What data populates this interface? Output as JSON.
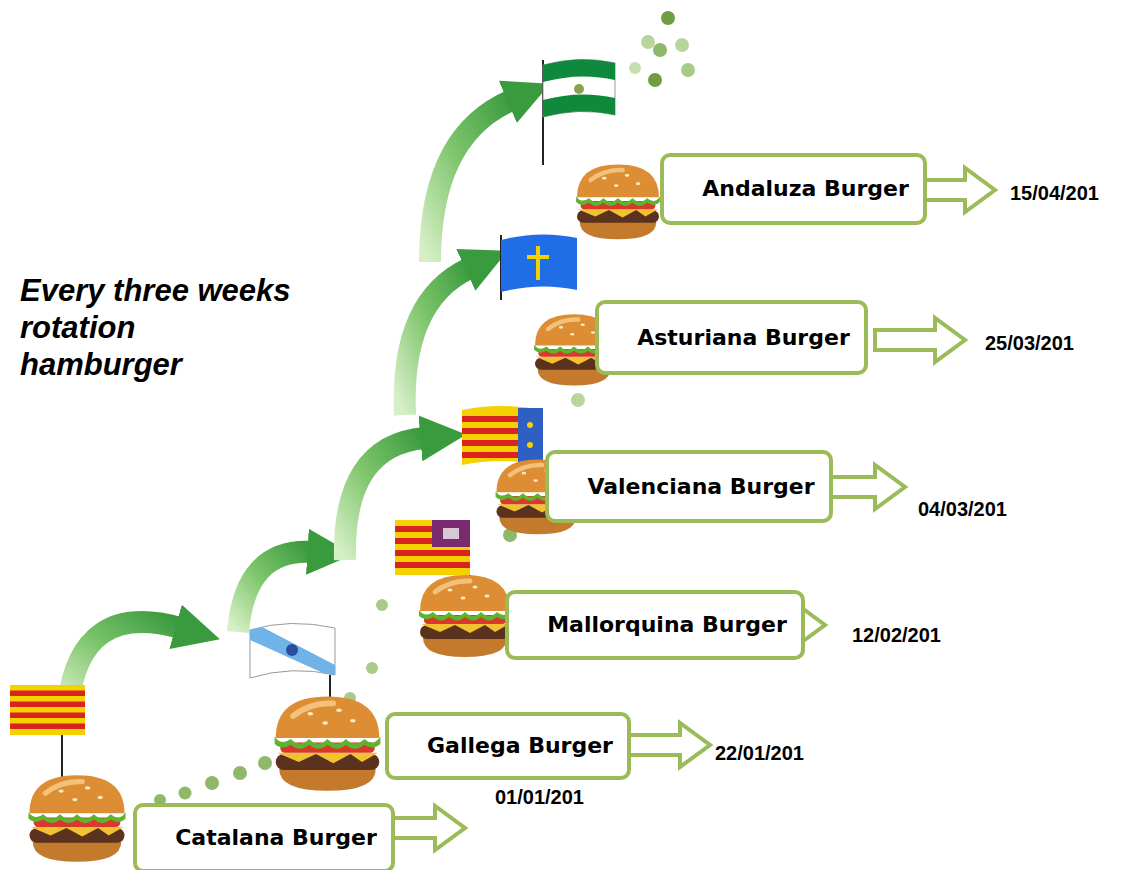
{
  "diagram": {
    "title": "Every three weeks rotation hamburger",
    "nodes": [
      {
        "text": [
          "Catalana Burger"
        ]
      },
      {
        "text": [
          "Gallega Burger"
        ]
      },
      {
        "text": [
          "Mallorquina Burger"
        ]
      },
      {
        "text": [
          "Valenciana Burger"
        ]
      },
      {
        "text": [
          "Asturiana Burger"
        ]
      },
      {
        "text": [
          "Andaluza Burger"
        ]
      }
    ],
    "labels": [
      "01/01/201",
      "22/01/201",
      "12/02/201",
      "04/03/201",
      "25/03/201",
      "15/04/201"
    ]
  }
}
